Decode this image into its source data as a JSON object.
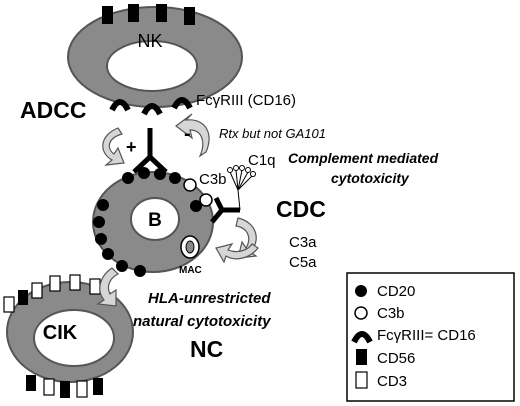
{
  "cells": {
    "nk": "NK",
    "b": "B",
    "cik": "CIK"
  },
  "labels": {
    "adcc": "ADCC",
    "fcr": "FcγRIII (CD16)",
    "rtx": "Rtx but not GA101",
    "plus": "+",
    "minus": "-",
    "c1q": "C1q",
    "complement_line1": "Complement mediated",
    "complement_line2": "cytotoxicity",
    "c3b": "C3b",
    "cdc": "CDC",
    "c3a": "C3a",
    "c5a": "C5a",
    "mac": "MAC",
    "hla_line1": "HLA-unrestricted",
    "hla_line2": "natural cytotoxicity",
    "nc": "NC"
  },
  "legend": {
    "items": [
      {
        "label": "CD20",
        "symbol": "filled-circle"
      },
      {
        "label": "C3b",
        "symbol": "open-circle"
      },
      {
        "label": "FcγRIII= CD16",
        "symbol": "receptor-arc"
      },
      {
        "label": "CD56",
        "symbol": "filled-rect"
      },
      {
        "label": "CD3",
        "symbol": "open-rect"
      }
    ]
  },
  "colors": {
    "cell_fill": "#8a8a8a",
    "nucleus_fill": "#ffffff",
    "arrow_fill": "#d6d6d6",
    "ink": "#000000"
  }
}
